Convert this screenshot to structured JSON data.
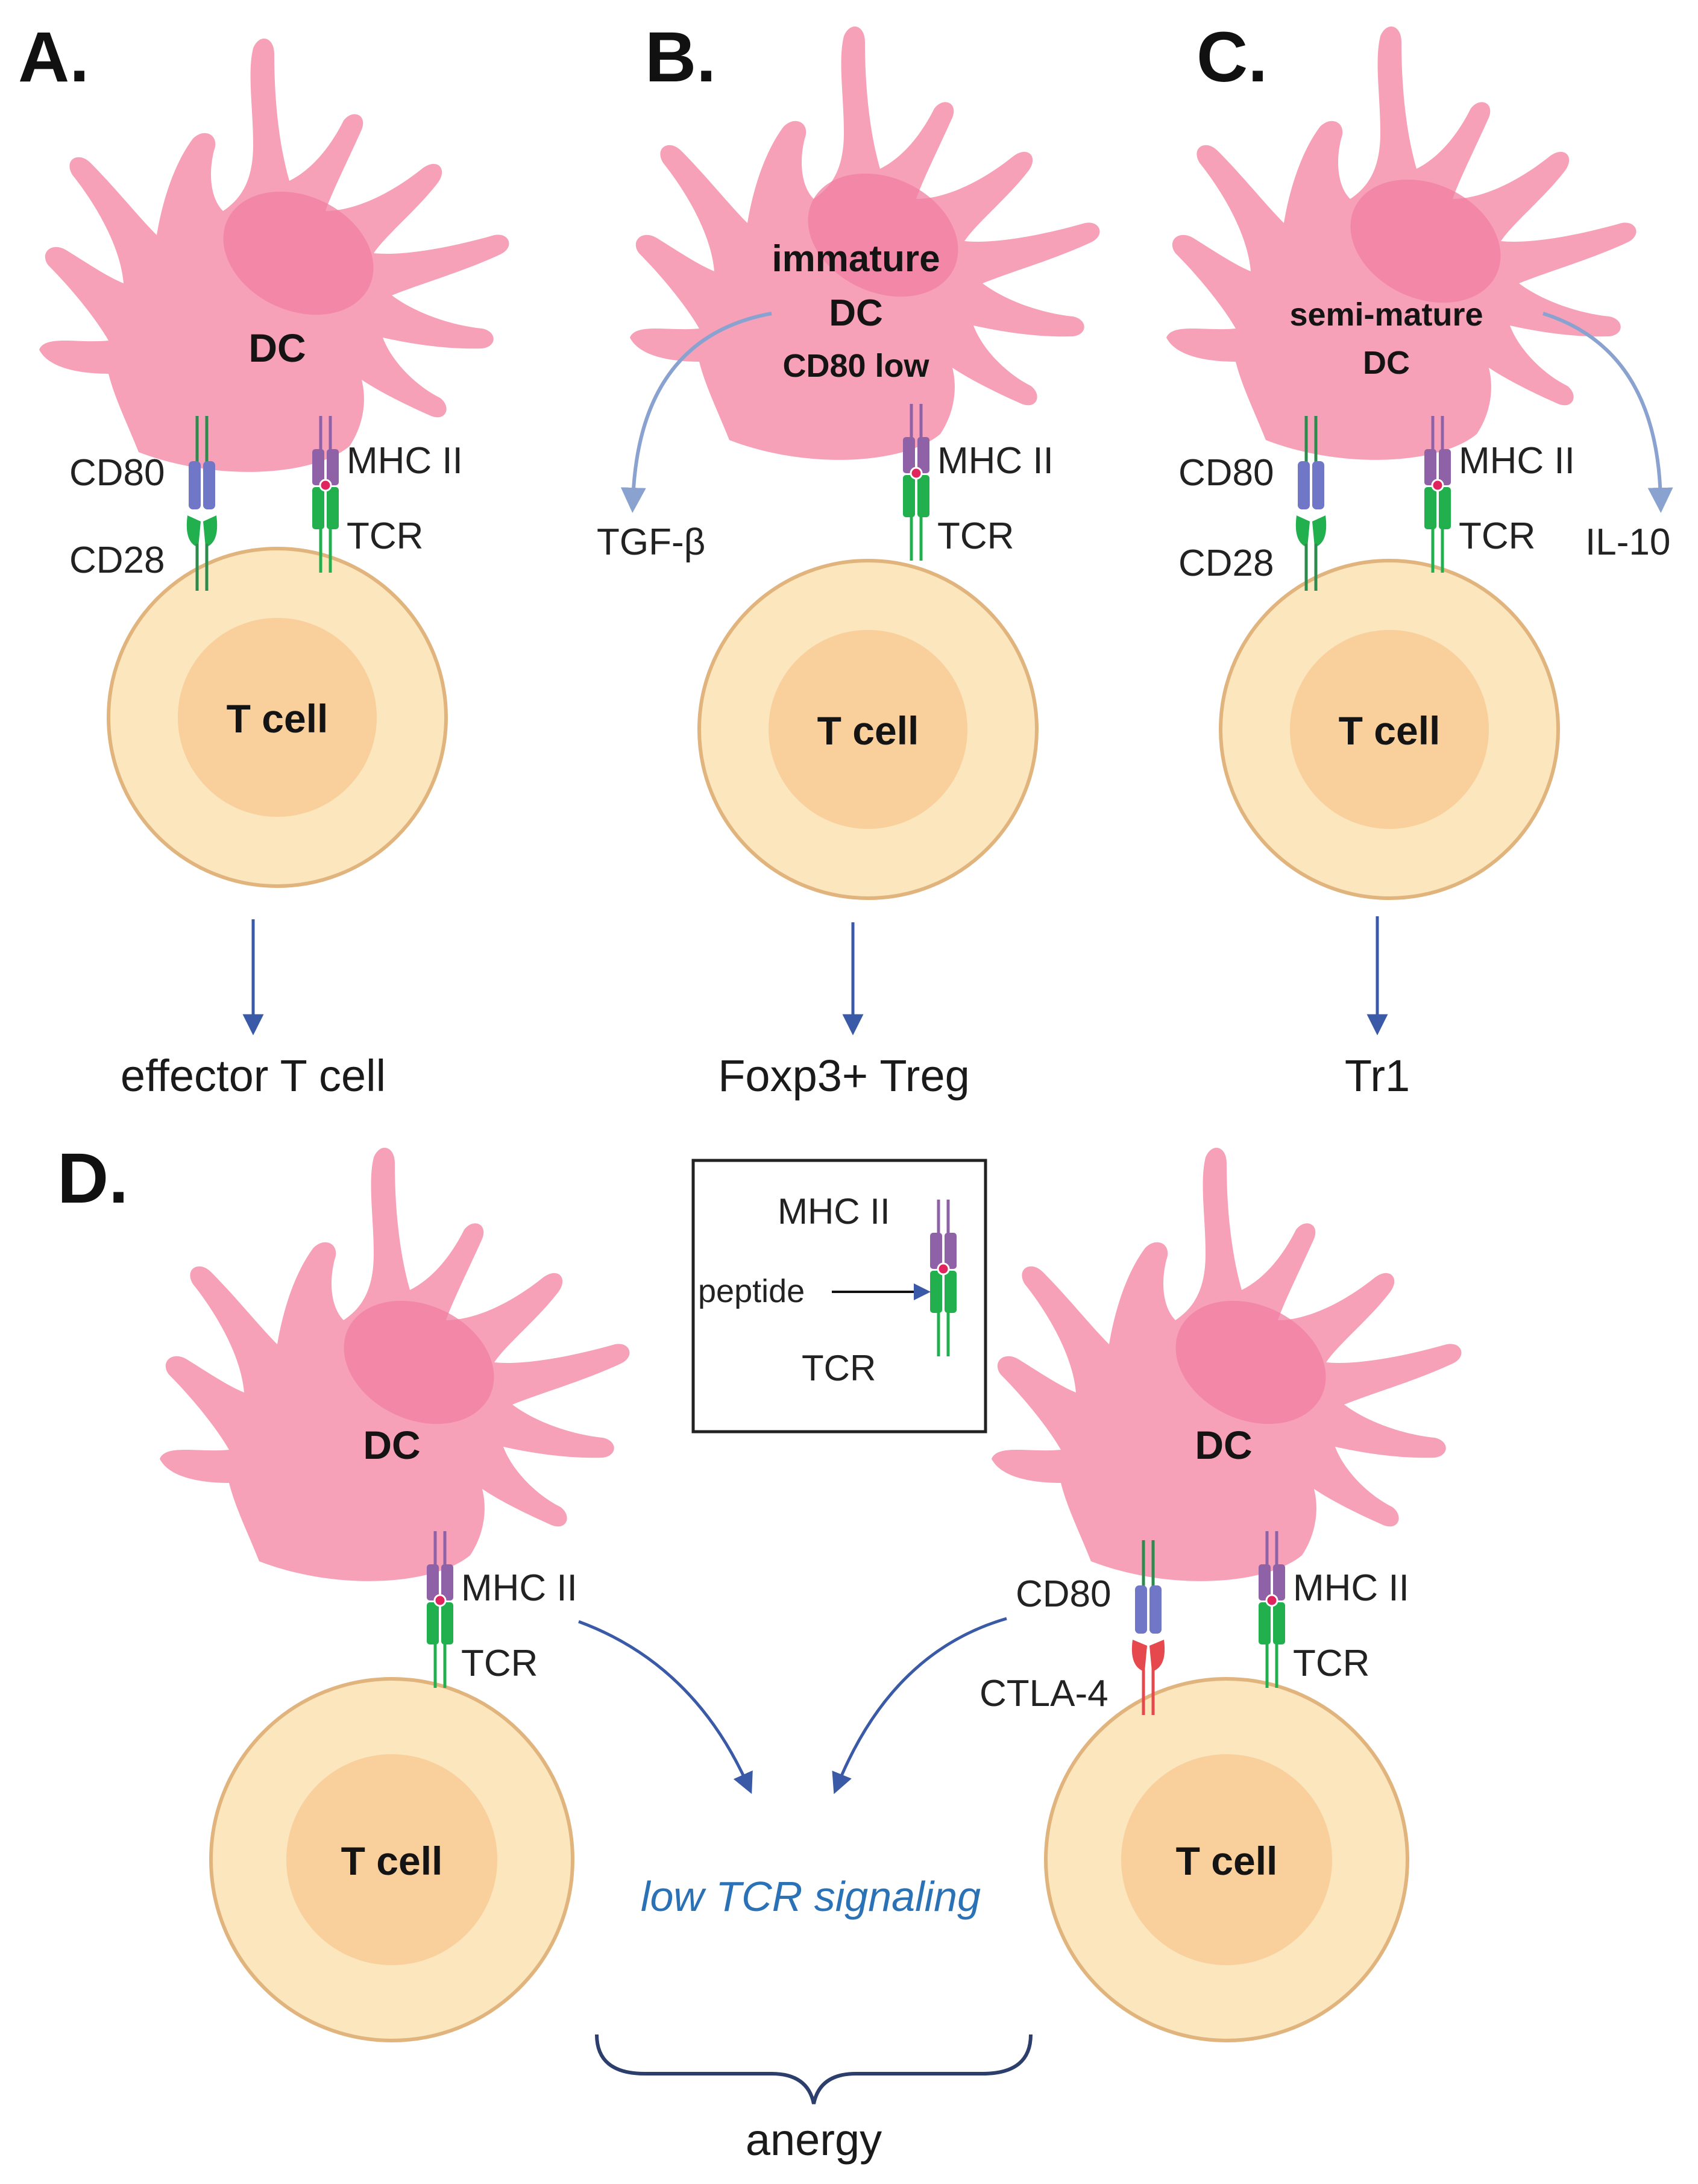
{
  "panels": {
    "A": {
      "letter": "A.",
      "dc_label": "DC",
      "cd80": "CD80",
      "cd28": "CD28",
      "mhc": "MHC II",
      "tcr": "TCR",
      "tcell": "T cell",
      "outcome": "effector T cell"
    },
    "B": {
      "letter": "B.",
      "dc_line1": "immature",
      "dc_line2": "DC",
      "dc_line3": "CD80 low",
      "cytokine": "TGF-β",
      "mhc": "MHC II",
      "tcr": "TCR",
      "tcell": "T cell",
      "outcome": "Foxp3+ Treg"
    },
    "C": {
      "letter": "C.",
      "dc_line1": "semi-mature",
      "dc_line2": "DC",
      "cd80": "CD80",
      "cd28": "CD28",
      "mhc": "MHC II",
      "tcr": "TCR",
      "cytokine": "IL-10",
      "tcell": "T cell",
      "outcome": "Tr1"
    },
    "D": {
      "letter": "D.",
      "left": {
        "dc_label": "DC",
        "mhc": "MHC II",
        "tcr": "TCR",
        "tcell": "T cell"
      },
      "right": {
        "dc_label": "DC",
        "cd80": "CD80",
        "ctla4": "CTLA-4",
        "mhc": "MHC II",
        "tcr": "TCR",
        "tcell": "T cell"
      },
      "signal": "low TCR signaling",
      "outcome": "anergy"
    }
  },
  "legend": {
    "mhc": "MHC II",
    "peptide": "peptide",
    "tcr": "TCR"
  },
  "colors": {
    "dc_body": "#f7a1b8",
    "dc_nucleus": "#f07fa3",
    "tcell_outer": "#fbe6bd",
    "tcell_outer_stroke": "#e0b47c",
    "tcell_inner": "#f9cf9c",
    "mhc": "#8f62a8",
    "tcr": "#22b04f",
    "cd80": "#6f77c6",
    "ctla4": "#e5484d",
    "peptide": "#e0245e",
    "arrow_dark": "#3a5aa8",
    "arrow_light": "#8aa2d0",
    "signal_text": "#2a72b5",
    "brace": "#2c3e6b"
  }
}
